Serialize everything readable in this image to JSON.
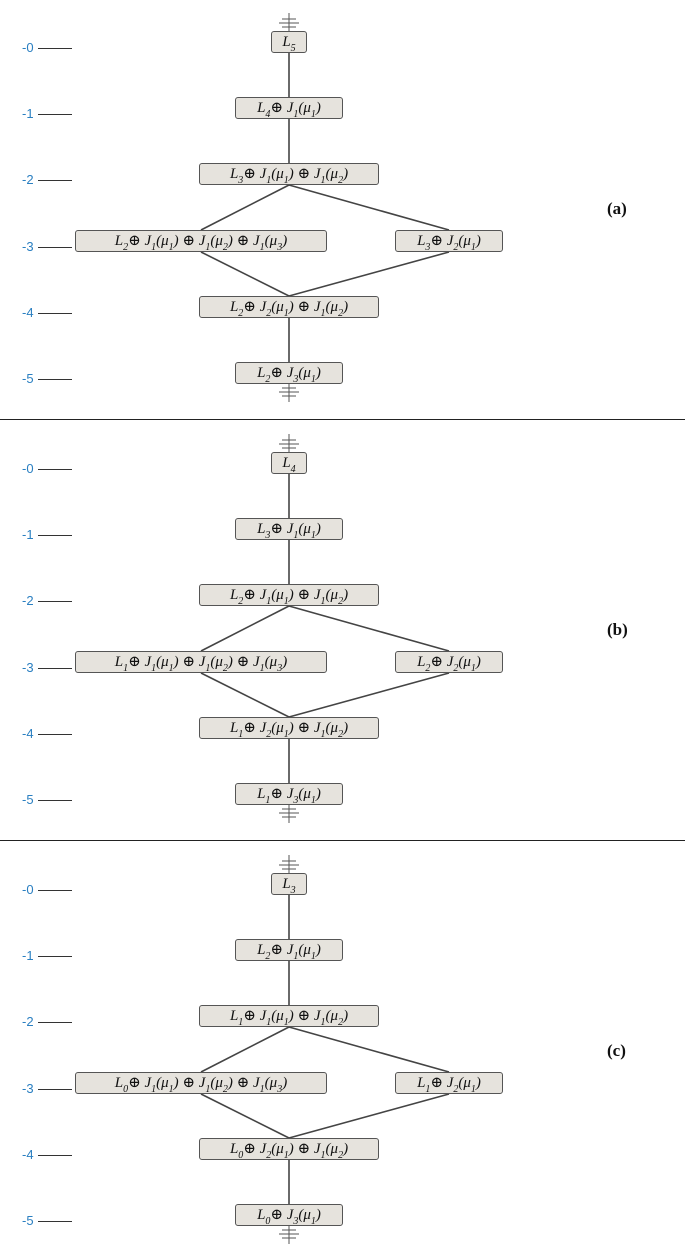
{
  "tick_labels": [
    "-0",
    "-1",
    "-2",
    "-3",
    "-4",
    "-5"
  ],
  "panels": [
    {
      "label": "(a)",
      "nodes": {
        "n0": "L<sub>5</sub>",
        "n1": "L<sub>4</sub>⊕ J<sub>1</sub>(μ<sub>1</sub>)",
        "n2": "L<sub>3</sub>⊕ J<sub>1</sub>(μ<sub>1</sub>) ⊕ J<sub>1</sub>(μ<sub>2</sub>)",
        "n3a": "L<sub>2</sub>⊕ J<sub>1</sub>(μ<sub>1</sub>) ⊕ J<sub>1</sub>(μ<sub>2</sub>) ⊕ J<sub>1</sub>(μ<sub>3</sub>)",
        "n3b": "L<sub>3</sub>⊕ J<sub>2</sub>(μ<sub>1</sub>)",
        "n4": "L<sub>2</sub>⊕ J<sub>2</sub>(μ<sub>1</sub>) ⊕ J<sub>1</sub>(μ<sub>2</sub>)",
        "n5": "L<sub>2</sub>⊕ J<sub>3</sub>(μ<sub>1</sub>)"
      }
    },
    {
      "label": "(b)",
      "nodes": {
        "n0": "L<sub>4</sub>",
        "n1": "L<sub>3</sub>⊕ J<sub>1</sub>(μ<sub>1</sub>)",
        "n2": "L<sub>2</sub>⊕ J<sub>1</sub>(μ<sub>1</sub>) ⊕ J<sub>1</sub>(μ<sub>2</sub>)",
        "n3a": "L<sub>1</sub>⊕ J<sub>1</sub>(μ<sub>1</sub>) ⊕ J<sub>1</sub>(μ<sub>2</sub>) ⊕ J<sub>1</sub>(μ<sub>3</sub>)",
        "n3b": "L<sub>2</sub>⊕ J<sub>2</sub>(μ<sub>1</sub>)",
        "n4": "L<sub>1</sub>⊕ J<sub>2</sub>(μ<sub>1</sub>) ⊕ J<sub>1</sub>(μ<sub>2</sub>)",
        "n5": "L<sub>1</sub>⊕ J<sub>3</sub>(μ<sub>1</sub>)"
      }
    },
    {
      "label": "(c)",
      "nodes": {
        "n0": "L<sub>3</sub>",
        "n1": "L<sub>2</sub>⊕ J<sub>1</sub>(μ<sub>1</sub>)",
        "n2": "L<sub>1</sub>⊕ J<sub>1</sub>(μ<sub>1</sub>) ⊕ J<sub>1</sub>(μ<sub>2</sub>)",
        "n3a": "L<sub>0</sub>⊕ J<sub>1</sub>(μ<sub>1</sub>) ⊕ J<sub>1</sub>(μ<sub>2</sub>) ⊕ J<sub>1</sub>(μ<sub>3</sub>)",
        "n3b": "L<sub>1</sub>⊕ J<sub>2</sub>(μ<sub>1</sub>)",
        "n4": "L<sub>0</sub>⊕ J<sub>2</sub>(μ<sub>1</sub>) ⊕ J<sub>1</sub>(μ<sub>2</sub>)",
        "n5": "L<sub>0</sub>⊕ J<sub>3</sub>(μ<sub>1</sub>)"
      }
    }
  ],
  "edges": [
    [
      "n0",
      "n1"
    ],
    [
      "n1",
      "n2"
    ],
    [
      "n2",
      "n3a"
    ],
    [
      "n2",
      "n3b"
    ],
    [
      "n3a",
      "n4"
    ],
    [
      "n3b",
      "n4"
    ],
    [
      "n4",
      "n5"
    ]
  ],
  "colors": {
    "node_fill": "#e6e3dd",
    "node_border": "#555555",
    "edge": "#444444",
    "tick_label": "#2a7fc1"
  }
}
